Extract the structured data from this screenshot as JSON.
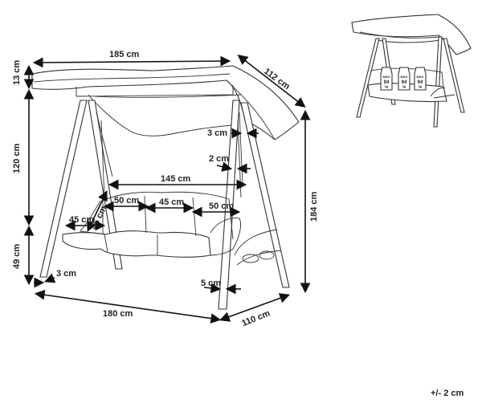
{
  "dimensions": {
    "canopy_width": "185 cm",
    "canopy_depth": "112 cm",
    "canopy_height": "13 cm",
    "upper_height": "120 cm",
    "total_height": "184 cm",
    "seat_height": "49 cm",
    "bench_width": "145 cm",
    "cushion_left": "50 cm",
    "cushion_middle": "45 cm",
    "cushion_right": "50 cm",
    "seat_depth": "45 cm",
    "backrest_height": "45 cm",
    "canopy_gap": "3 cm",
    "rope_gap": "2 cm",
    "foot_width": "3 cm",
    "leg_offset": "5 cm",
    "base_width": "180 cm",
    "base_depth": "110 cm"
  },
  "thumbnail": {
    "weights": [
      {
        "label": "MAX",
        "value": "94",
        "unit": "kg"
      },
      {
        "label": "MAX",
        "value": "94",
        "unit": "kg"
      },
      {
        "label": "MAX",
        "value": "94",
        "unit": "kg"
      }
    ]
  },
  "tolerance": "+/- 2 cm",
  "colors": {
    "line": "#222222",
    "background": "#ffffff"
  }
}
